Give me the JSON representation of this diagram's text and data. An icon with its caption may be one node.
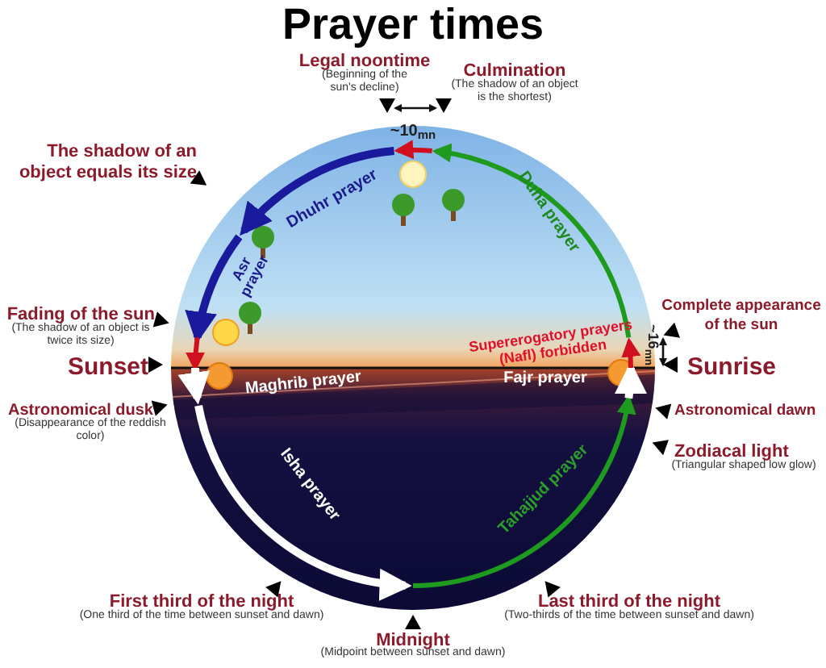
{
  "diagram": {
    "title": "Prayer times",
    "labels": [
      "Legal noontime",
      "(Beginning of the sun's decline)",
      "Culmination",
      "(The shadow of an object is the shortest)",
      "~10$_{mn}$",
      "The shadow of an object equals its size",
      "Dhuhr prayer",
      "Duha prayer",
      "Asr prayer",
      "Fading of the sun",
      "(The shadow of an object is twice its size)",
      "Supererogatory prayers (Nafl) forbidden",
      "~16$_{mn}$",
      "Complete appearance of the sun",
      "Sunset",
      "Sunrise",
      "Maghrib prayer",
      "Fajr prayer",
      "Astronomical dusk",
      "(Disappearance of the reddish color)",
      "Astronomical dawn",
      "Zodiacal light",
      "(Triangular shaped low glow)",
      "Isha prayer",
      "Tahajjud prayer",
      "First third of the night",
      "(One third of the time between sunset and dawn)",
      "Last third of the night",
      "(Two-thirds of the time between sunset and dawn)",
      "Midnight",
      "(Midpoint between sunset and dawn)"
    ]
  }
}
